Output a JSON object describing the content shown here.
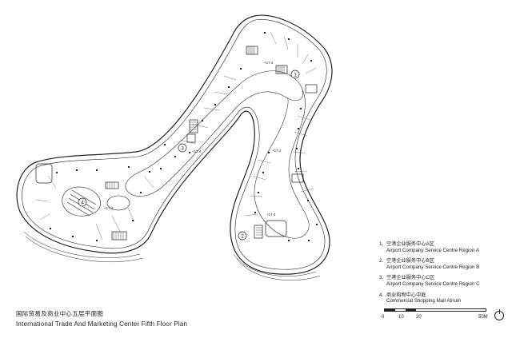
{
  "legend": {
    "items": [
      {
        "num": "1.",
        "zh": "空港企业服务中心A区",
        "en": "Airport Company Service Centre Region A"
      },
      {
        "num": "2.",
        "zh": "空港企业服务中心B区",
        "en": "Airport Company Service Centre Region B"
      },
      {
        "num": "3.",
        "zh": "空港企业服务中心C区",
        "en": "Airport Company Service Centre Region C"
      },
      {
        "num": "4.",
        "zh": "商业购物中心中庭",
        "en": "Commercial Shopping Mall Atrium"
      }
    ]
  },
  "title": {
    "zh": "国际贸易及商业中心五层平面图",
    "en": "International Trade And Marketing Center Fifth Floor Plan"
  },
  "scale": {
    "labels": [
      "0",
      "10",
      "20",
      "50M"
    ]
  },
  "plan": {
    "zone_markers": [
      "1",
      "2",
      "3",
      "4"
    ],
    "elevations": [
      "+17.4",
      "+17.4",
      "+17.4",
      "+17.4",
      "+17.4"
    ]
  }
}
